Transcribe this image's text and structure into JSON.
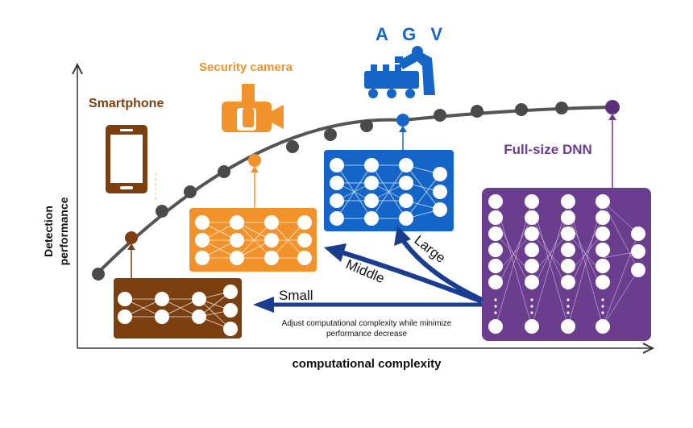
{
  "labels": {
    "smartphone": "Smartphone",
    "security_camera": "Security camera",
    "agv": "A G V",
    "full_size_dnn": "Full-size DNN",
    "x_axis": "computational complexity",
    "y_axis": "Detection performance",
    "small": "Small",
    "middle": "Middle",
    "large": "Large",
    "adjust_note": "Adjust computational complexity while minimize performance decrease"
  },
  "icons": {
    "smartphone": "smartphone-icon",
    "security_camera": "security-camera-icon",
    "agv": "agv-robot-icon"
  },
  "colors": {
    "smartphone": "#7b3f10",
    "security_camera": "#f2922a",
    "agv": "#1565c8",
    "full_size_dnn": "#6a3d8f",
    "arrow": "#1a3d8f",
    "curve": "#4a4a4a"
  }
}
